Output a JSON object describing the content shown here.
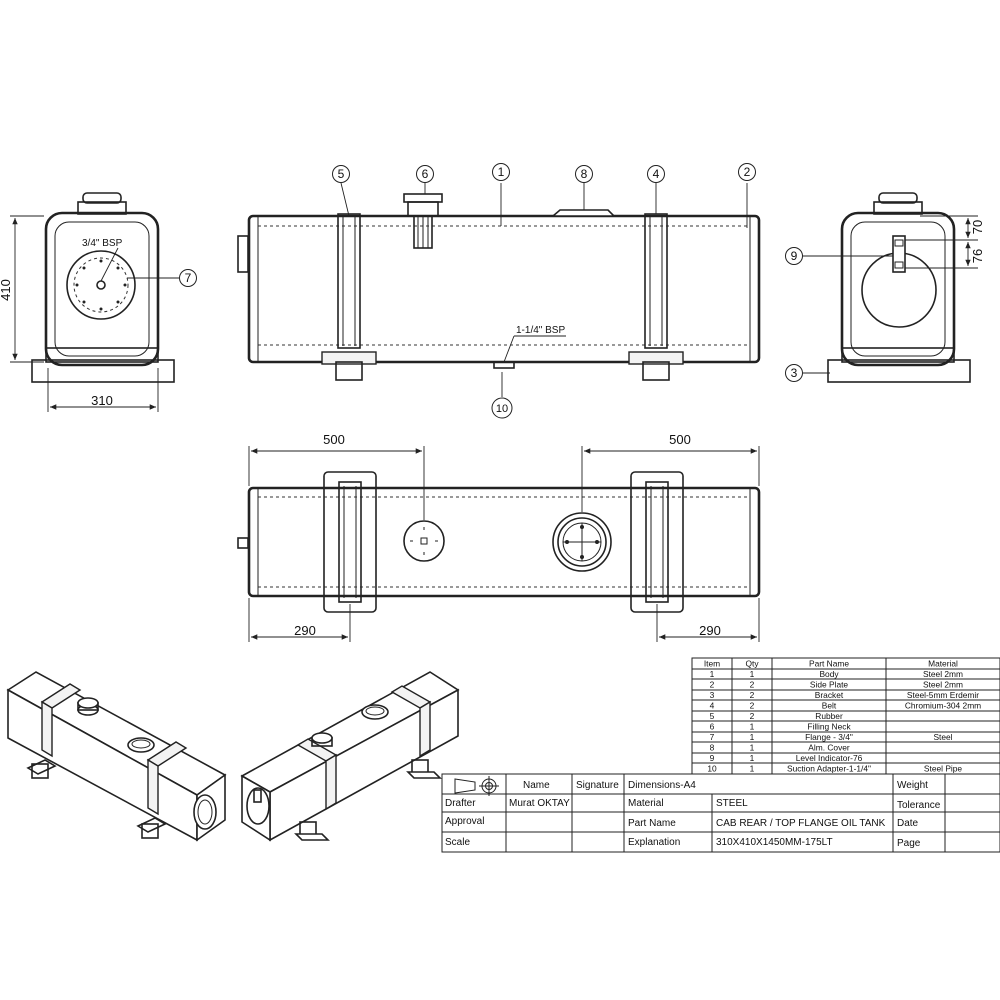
{
  "dimensions": {
    "height_410": "410",
    "width_310": "310",
    "spacing_500_left": "500",
    "spacing_500_right": "500",
    "offset_290_left": "290",
    "offset_290_right": "290",
    "dim_70": "70",
    "dim_76": "76"
  },
  "notes": {
    "bsp_34": "3/4\" BSP",
    "bsp_114": "1-1/4\" BSP"
  },
  "balloons": [
    "1",
    "2",
    "3",
    "4",
    "5",
    "6",
    "7",
    "8",
    "9",
    "10"
  ],
  "parts_table": {
    "headers": [
      "Item",
      "Qty",
      "Part Name",
      "Material"
    ],
    "rows": [
      [
        "1",
        "1",
        "Body",
        "Steel 2mm"
      ],
      [
        "2",
        "2",
        "Side Plate",
        "Steel 2mm"
      ],
      [
        "3",
        "2",
        "Bracket",
        "Steel-5mm Erdemir"
      ],
      [
        "4",
        "2",
        "Belt",
        "Chromium-304   2mm"
      ],
      [
        "5",
        "2",
        "Rubber",
        ""
      ],
      [
        "6",
        "1",
        "Filling Neck",
        ""
      ],
      [
        "7",
        "1",
        "Flange - 3/4\"",
        "Steel"
      ],
      [
        "8",
        "1",
        "Alm. Cover",
        ""
      ],
      [
        "9",
        "1",
        "Level Indicator-76",
        ""
      ],
      [
        "10",
        "1",
        "Suction Adapter-1-1/4\"",
        "Steel Pipe"
      ]
    ]
  },
  "title_block": {
    "name_label": "Name",
    "signature_label": "Signature",
    "dimensions_label": "Dimensions-A4",
    "weight_label": "Weight",
    "drafter_label": "Drafter",
    "drafter_name": "Murat OKTAY",
    "material_label": "Material",
    "material_value": "STEEL",
    "tolerance_label": "Tolerance",
    "approval_label": "Approval",
    "part_name_label": "Part Name",
    "part_name_value": "CAB REAR / TOP FLANGE OIL TANK",
    "date_label": "Date",
    "scale_label": "Scale",
    "explanation_label": "Explanation",
    "explanation_value": "310X410X1450MM-175LT",
    "page_label": "Page"
  }
}
